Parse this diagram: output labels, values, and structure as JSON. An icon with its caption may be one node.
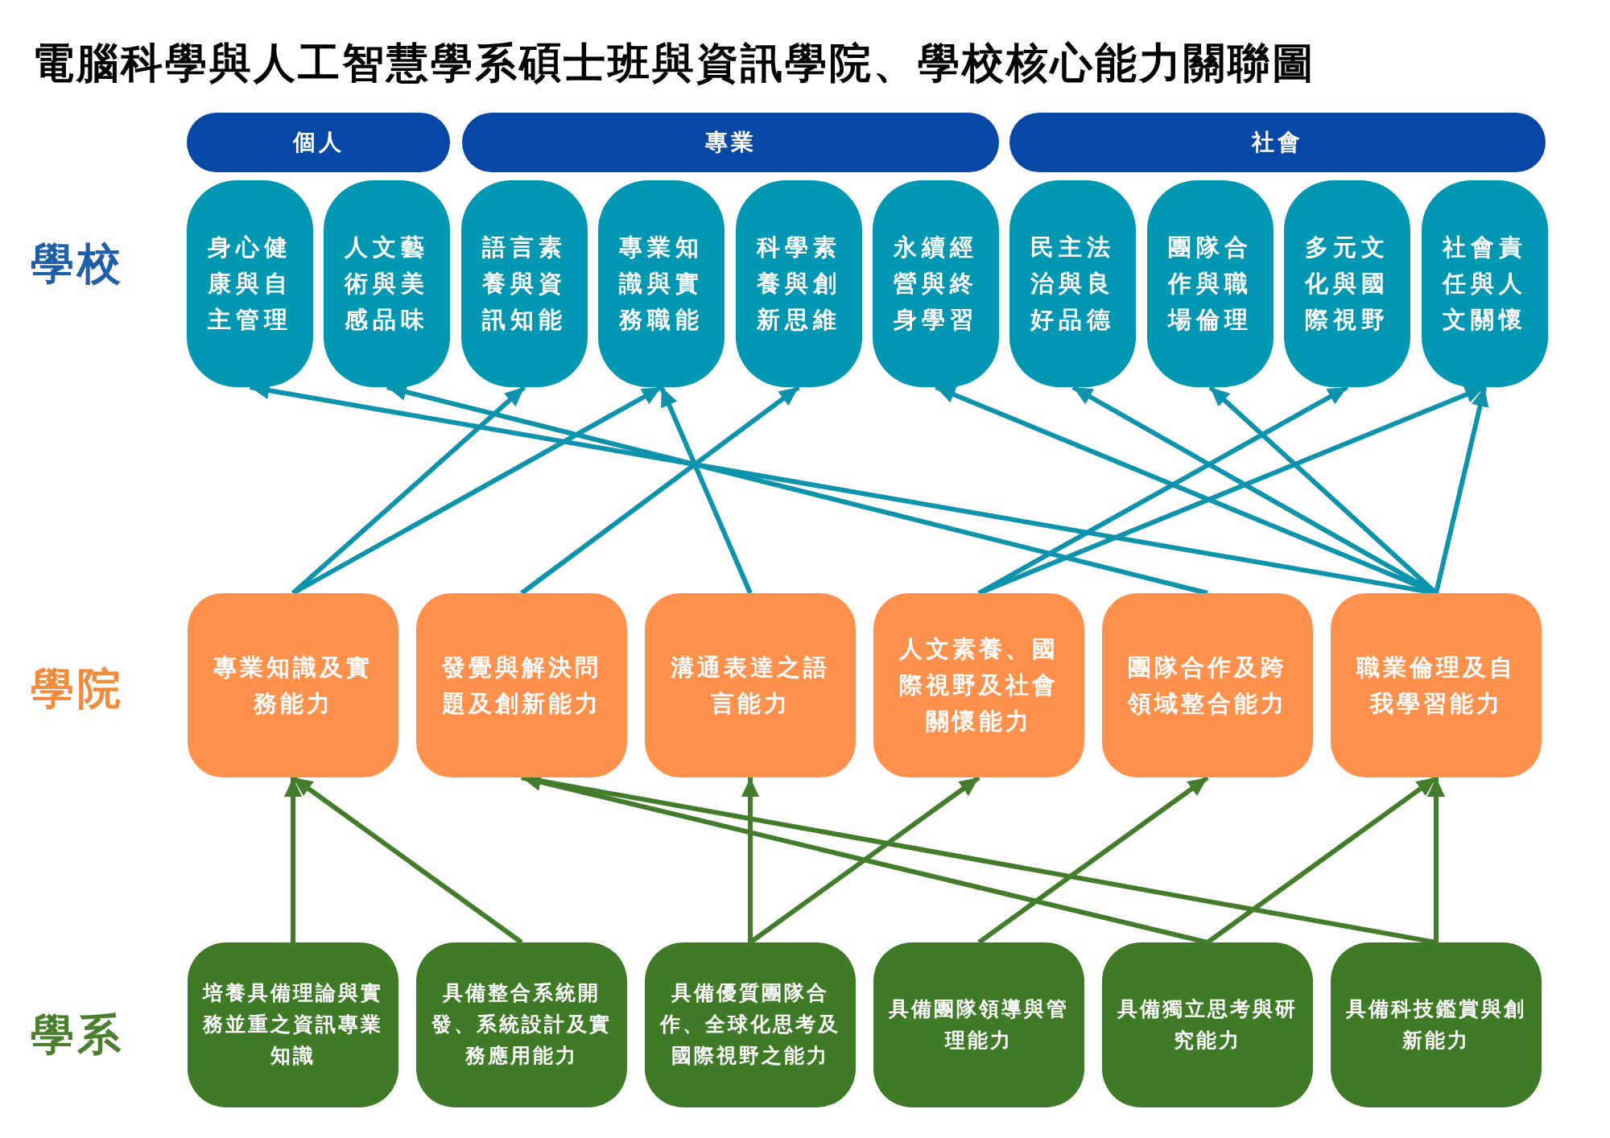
{
  "diagram": {
    "title": "電腦科學與人工智慧學系碩士班與資訊學院、學校核心能力關聯圖",
    "nodes": [
      {
        "text": [
          "個人"
        ]
      },
      {
        "text": [
          "專業"
        ]
      },
      {
        "text": [
          "社會"
        ]
      },
      {
        "text": [
          "身心健康與自主管理"
        ]
      },
      {
        "text": [
          "人文藝術與美感品味"
        ]
      },
      {
        "text": [
          "語言素養與資訊知能"
        ]
      },
      {
        "text": [
          "專業知識與實務職能"
        ]
      },
      {
        "text": [
          "科學素養與創新思維"
        ]
      },
      {
        "text": [
          "永續經營與終身學習"
        ]
      },
      {
        "text": [
          "民主法治與良好品德"
        ]
      },
      {
        "text": [
          "團隊合作與職場倫理"
        ]
      },
      {
        "text": [
          "多元文化與國際視野"
        ]
      },
      {
        "text": [
          "社會責任與人文關懷"
        ]
      },
      {
        "text": [
          "專業知識及實務能力"
        ]
      },
      {
        "text": [
          "發覺與解決問題及創新能力"
        ]
      },
      {
        "text": [
          "溝通表達之語言能力"
        ]
      },
      {
        "text": [
          "人文素養、國際視野及社會關懷能力"
        ]
      },
      {
        "text": [
          "團隊合作及跨領域整合能力"
        ]
      },
      {
        "text": [
          "職業倫理及自我學習能力"
        ]
      },
      {
        "text": [
          "培養具備理論與實務並重之資訊專業知識"
        ]
      },
      {
        "text": [
          "具備整合系統開發、系統設計及實務應用能力"
        ]
      },
      {
        "text": [
          "具備優質團隊合作、全球化思考及國際視野之能力"
        ]
      },
      {
        "text": [
          "具備團隊領導與管理能力"
        ]
      },
      {
        "text": [
          "具備獨立思考與研究能力"
        ]
      },
      {
        "text": [
          "具備科技鑑賞與創新能力"
        ]
      }
    ],
    "edges": [
      {
        "from": 13,
        "to": 5,
        "arrow": "to"
      },
      {
        "from": 13,
        "to": 6,
        "arrow": "to"
      },
      {
        "from": 14,
        "to": 7,
        "arrow": "to"
      },
      {
        "from": 15,
        "to": 6,
        "arrow": "to"
      },
      {
        "from": 16,
        "to": 11,
        "arrow": "to"
      },
      {
        "from": 16,
        "to": 12,
        "arrow": "to"
      },
      {
        "from": 17,
        "to": 4,
        "arrow": "to"
      },
      {
        "from": 18,
        "to": 3,
        "arrow": "to"
      },
      {
        "from": 18,
        "to": 8,
        "arrow": "to"
      },
      {
        "from": 18,
        "to": 9,
        "arrow": "to"
      },
      {
        "from": 18,
        "to": 10,
        "arrow": "to"
      },
      {
        "from": 18,
        "to": 12,
        "arrow": "to"
      },
      {
        "from": 19,
        "to": 13,
        "arrow": "to",
        "color": "#437c2a"
      },
      {
        "from": 20,
        "to": 13,
        "arrow": "to",
        "color": "#437c2a"
      },
      {
        "from": 21,
        "to": 15,
        "arrow": "to",
        "color": "#437c2a"
      },
      {
        "from": 21,
        "to": 16,
        "arrow": "to",
        "color": "#437c2a"
      },
      {
        "from": 22,
        "to": 17,
        "arrow": "to",
        "color": "#437c2a"
      },
      {
        "from": 23,
        "to": 14,
        "arrow": "to",
        "color": "#437c2a"
      },
      {
        "from": 23,
        "to": 18,
        "arrow": "to",
        "color": "#437c2a"
      },
      {
        "from": 24,
        "to": 14,
        "arrow": "to",
        "color": "#437c2a"
      },
      {
        "from": 24,
        "to": 18,
        "arrow": "to",
        "color": "#437c2a"
      }
    ],
    "labels": [
      "學校",
      "學院",
      "學系"
    ]
  }
}
